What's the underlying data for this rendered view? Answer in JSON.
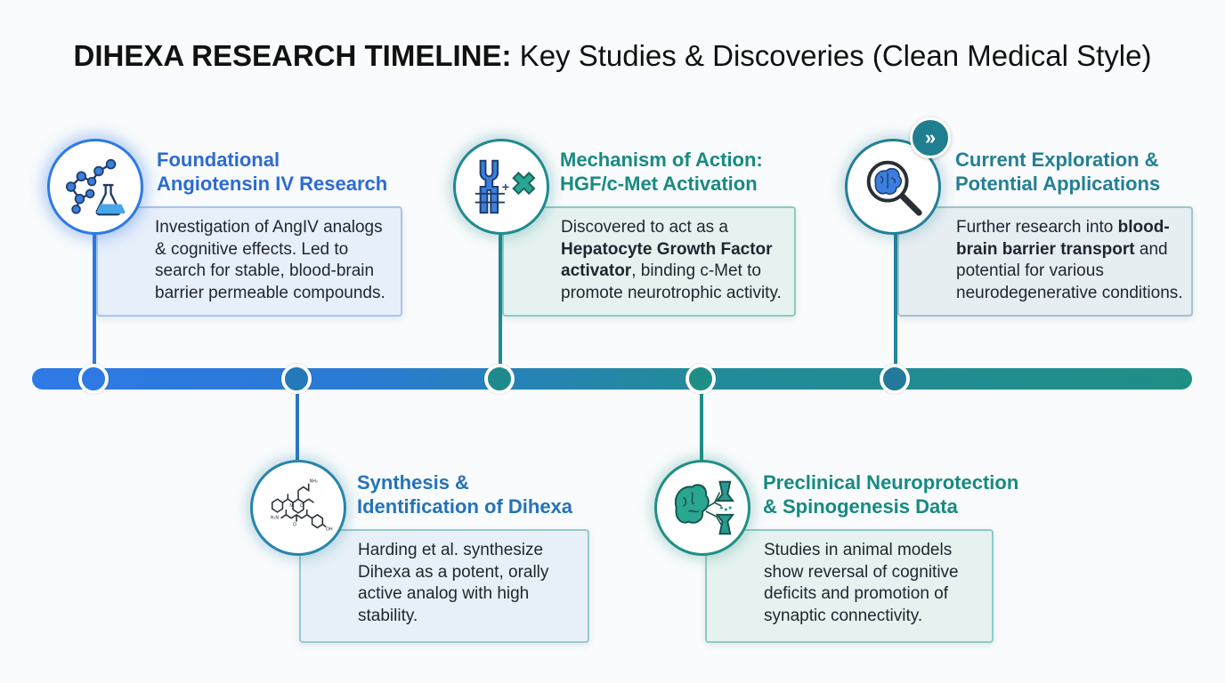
{
  "title": {
    "bold": "DIHEXA RESEARCH TIMELINE:",
    "rest": " Key Studies & Discoveries (Clean Medical Style)"
  },
  "colors": {
    "blue": "#2e79e6",
    "teal": "#1f8f86",
    "heading_blue": "#2b6bd4",
    "heading_teal": "#178a82"
  },
  "milestones": [
    {
      "icon": "molecule-flask-icon",
      "heading": [
        "Foundational",
        "Angiotensin IV Research"
      ],
      "lines": [
        [
          {
            "t": "Investigation of AngIV analogs"
          }
        ],
        [
          {
            "t": "& cognitive effects. Led to"
          }
        ],
        [
          {
            "t": "search for stable, blood-brain"
          }
        ],
        [
          {
            "t": "barrier permeable compounds."
          }
        ]
      ]
    },
    {
      "icon": "chemical-structure-icon",
      "heading": [
        "Synthesis &",
        "Identification of Dihexa"
      ],
      "lines": [
        [
          {
            "t": "Harding et al. synthesize"
          }
        ],
        [
          {
            "t": "Dihexa as a potent, orally"
          }
        ],
        [
          {
            "t": "active analog with high"
          }
        ],
        [
          {
            "t": "stability."
          }
        ]
      ]
    },
    {
      "icon": "receptor-binding-icon",
      "heading": [
        "Mechanism of Action:",
        "HGF/c-Met Activation"
      ],
      "lines": [
        [
          {
            "t": "Discovered to act as a"
          }
        ],
        [
          {
            "t": "Hepatocyte Growth Factor",
            "b": true
          }
        ],
        [
          {
            "t": "activator",
            "b": true
          },
          {
            "t": ", binding c-Met to"
          }
        ],
        [
          {
            "t": "promote neurotrophic activity."
          }
        ]
      ]
    },
    {
      "icon": "brain-neuron-icon",
      "heading": [
        "Preclinical Neuroprotection",
        "& Spinogenesis Data"
      ],
      "lines": [
        [
          {
            "t": "Studies in animal models"
          }
        ],
        [
          {
            "t": "show reversal of cognitive"
          }
        ],
        [
          {
            "t": "deficits and promotion of"
          }
        ],
        [
          {
            "t": "synaptic connectivity."
          }
        ]
      ]
    },
    {
      "icon": "brain-magnifier-icon",
      "badge": "»",
      "heading": [
        "Current Exploration &",
        "Potential Applications"
      ],
      "lines": [
        [
          {
            "t": "Further research into "
          },
          {
            "t": "blood-",
            "b": true
          }
        ],
        [
          {
            "t": "brain barrier transport",
            "b": true
          },
          {
            "t": " and"
          }
        ],
        [
          {
            "t": "potential for various"
          }
        ],
        [
          {
            "t": "neurodegenerative conditions."
          }
        ]
      ]
    }
  ]
}
